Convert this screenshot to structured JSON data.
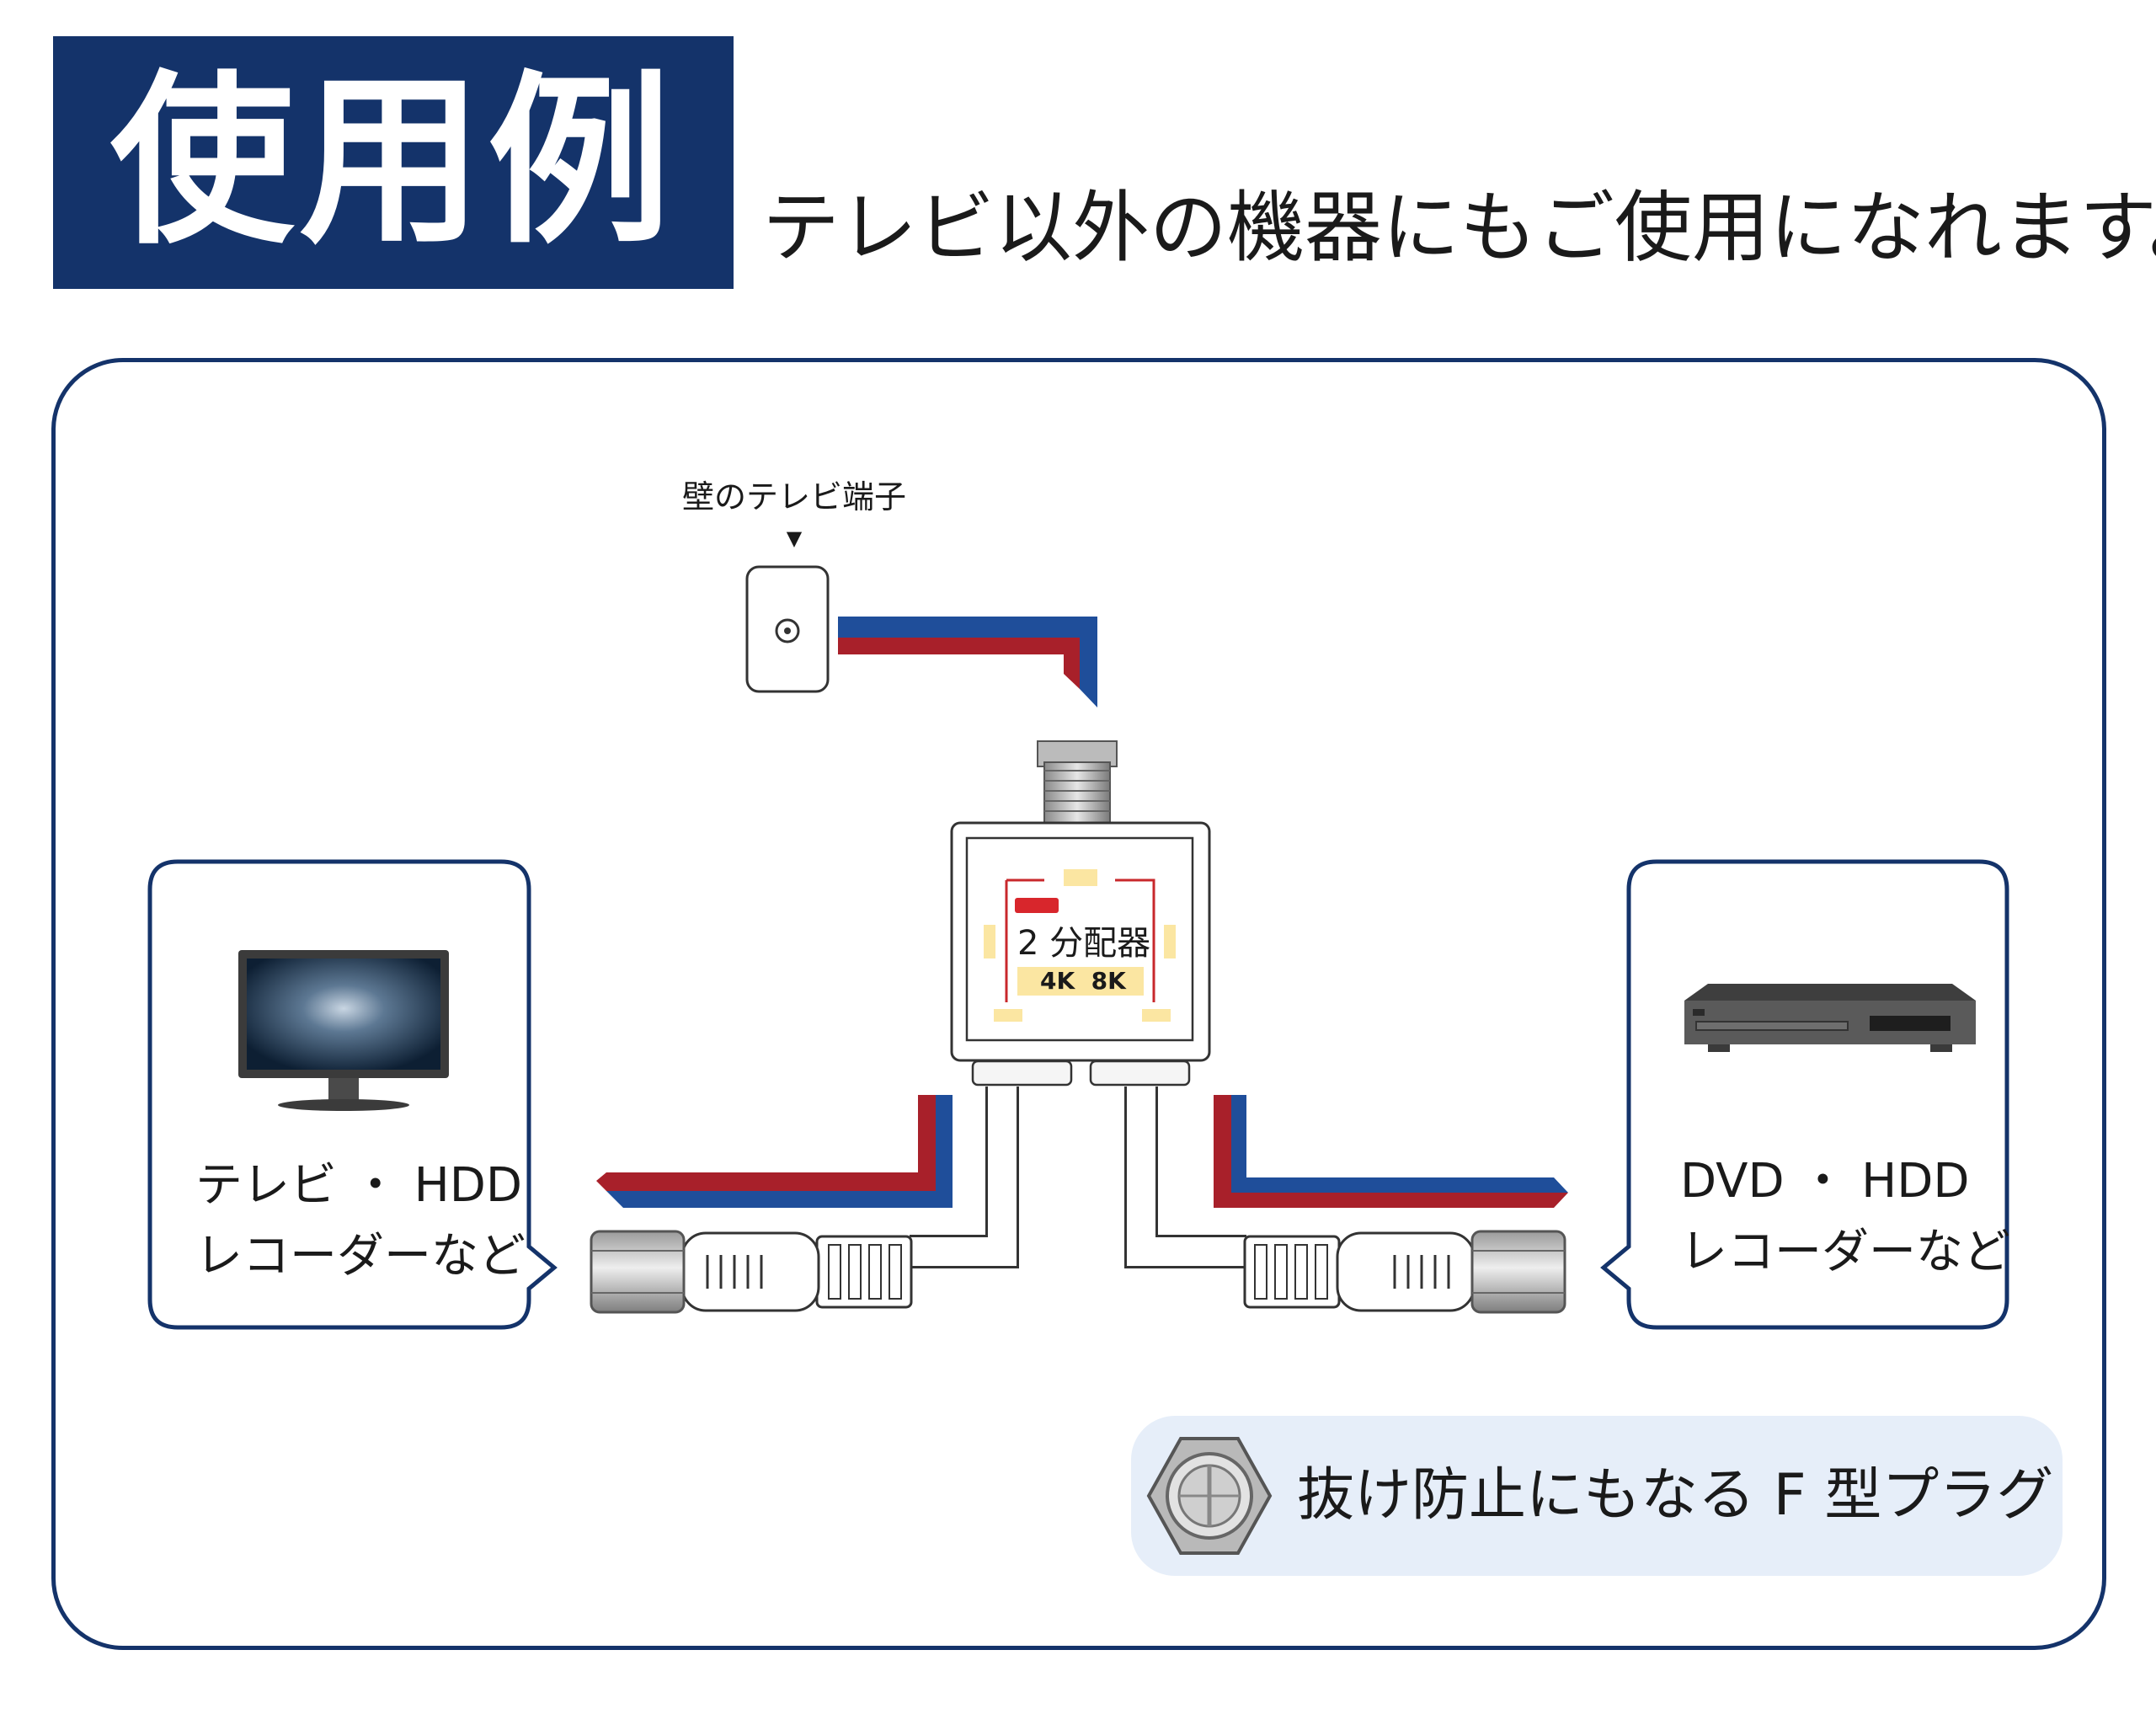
{
  "header": {
    "title": "使用例",
    "subtitle": "テレビ以外の機器にもご使用になれます。"
  },
  "diagram": {
    "wall_outlet_label": "壁のテレビ端子",
    "wall_outlet_marker": "▼",
    "splitter": {
      "name": "2 分配器",
      "badge": "4K  8K"
    },
    "left_device": {
      "label_line1": "テレビ ・ HDD",
      "label_line2": "レコーダーなど",
      "icon": "tv-icon"
    },
    "right_device": {
      "label_line1": "DVD ・ HDD",
      "label_line2": "レコーダーなど",
      "icon": "dvd-player-icon"
    }
  },
  "feature": {
    "label": "抜け防止にもなる F 型プラグ",
    "icon": "f-type-plug-icon"
  },
  "colors": {
    "navy": "#14336a",
    "arrow_blue": "#1f4e9a",
    "arrow_red": "#a8202a",
    "feature_bg": "#e6eef9",
    "splitter_accent": "#c8282c",
    "splitter_highlight": "#fbe6a2"
  }
}
